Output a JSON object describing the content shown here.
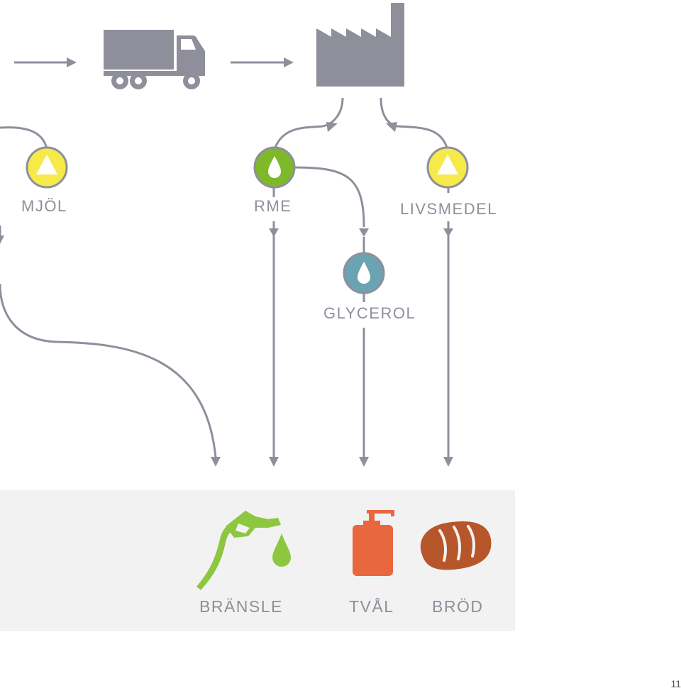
{
  "colors": {
    "flow": "#8f8f9c",
    "panel": "#f2f2f2",
    "yellow_node": "#f5ea4a",
    "green_node": "#7db928",
    "teal_node": "#6aa4b2",
    "fuel_icon": "#8dc63f",
    "soap_icon": "#e8673f",
    "bread_icon": "#b7562a"
  },
  "icons": {
    "transport": "truck-icon",
    "processing": "factory-icon",
    "node_triangle": "triangle-icon",
    "node_drop": "drop-icon",
    "fuel": "fuel-nozzle-icon",
    "soap": "soap-bottle-icon",
    "bread": "bread-icon"
  },
  "nodes": {
    "mjol": "MJÖL",
    "rme": "RME",
    "livsmedel": "LIVSMEDEL",
    "glycerol": "GLYCEROL"
  },
  "products": {
    "bransle": "BRÄNSLE",
    "taval": "TVÅL",
    "brod": "BRÖD"
  },
  "page_number": "11"
}
